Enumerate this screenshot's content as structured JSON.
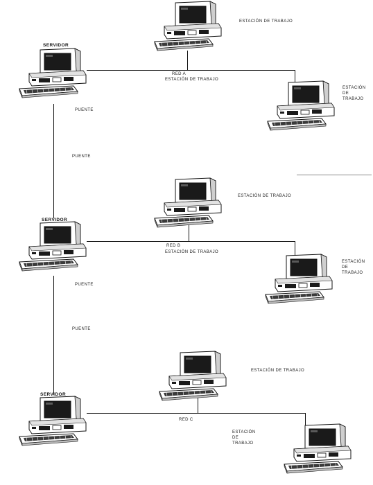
{
  "labels": {
    "ws_a_top": "ESTACIÓN DE TRABAJO",
    "srv_a": "SERVIDOR",
    "net_a": "RED A",
    "net_a_ws": "ESTACIÓN DE TRABAJO",
    "ws_a_right": "ESTACIÓN DE TRABAJO",
    "bridge_a": "PUENTE",
    "bridge_ab": "PUENTE",
    "ws_b_top": "ESTACIÓN DE TRABAJO",
    "srv_b": "SERVIDOR",
    "net_b": "RED B",
    "net_b_ws": "ESTACIÓN DE TRABAJO",
    "ws_b_right": "ESTACIÓN DE TRABAJO",
    "bridge_b": "PUENTE",
    "bridge_bc": "PUENTE",
    "srv_c": "SERVIDOR",
    "ws_c_top": "ESTACIÓN DE TRABAJO",
    "net_c": "RED C",
    "ws_c_mid": "ESTACIÓN DE TRABAJO"
  },
  "colors": {
    "line": "#111111",
    "screen": "#1a1a1a",
    "body": "#ffffff"
  },
  "icons": {
    "server": "desktop-computer-icon",
    "workstation": "desktop-computer-icon"
  }
}
